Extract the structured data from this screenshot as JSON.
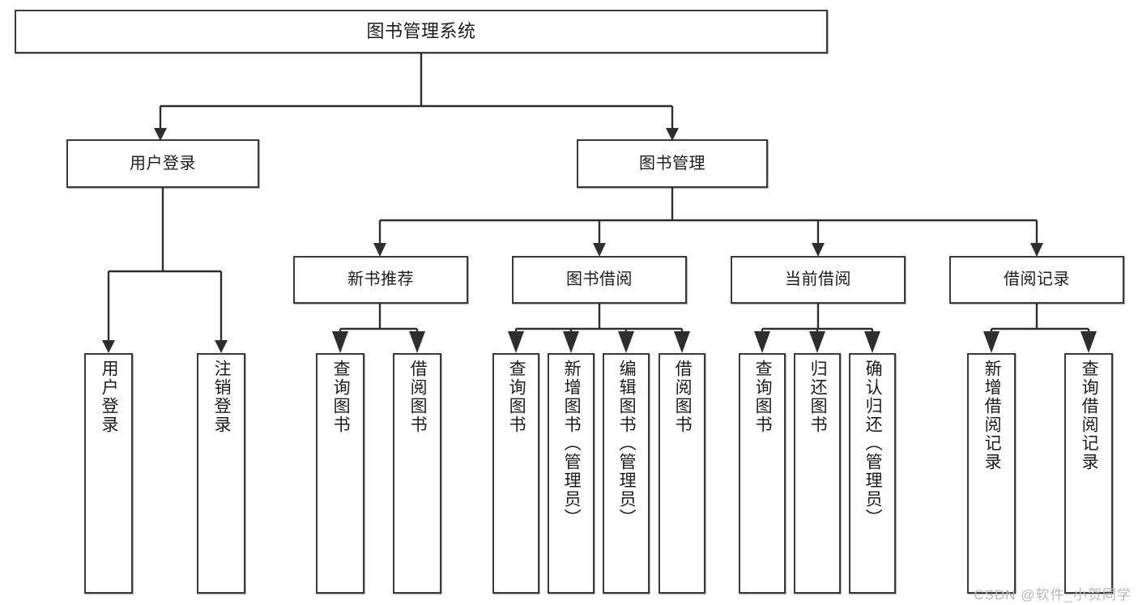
{
  "diagram": {
    "title": "图书管理系统",
    "type": "tree-hierarchy-chart",
    "watermark": "CSDN @软件_小贺同学"
  },
  "nodes": {
    "root": {
      "label": "图书管理系统"
    },
    "level1": [
      {
        "key": "user_login",
        "label": "用户登录"
      },
      {
        "key": "book_manage",
        "label": "图书管理"
      }
    ],
    "level2": [
      {
        "key": "new_book_rec",
        "label": "新书推荐"
      },
      {
        "key": "book_borrow",
        "label": "图书借阅"
      },
      {
        "key": "current_borrow",
        "label": "当前借阅"
      },
      {
        "key": "borrow_record",
        "label": "借阅记录"
      }
    ],
    "leaves": {
      "user_login": [
        {
          "key": "leaf_user_login",
          "label": "用户登录"
        },
        {
          "key": "leaf_logout",
          "label": "注销登录"
        }
      ],
      "new_book_rec": [
        {
          "key": "leaf_query_book_1",
          "label": "查询图书"
        },
        {
          "key": "leaf_borrow_book_1",
          "label": "借阅图书"
        }
      ],
      "book_borrow": [
        {
          "key": "leaf_query_book_2",
          "label": "查询图书"
        },
        {
          "key": "leaf_add_book",
          "label": "新增图书（管理员）"
        },
        {
          "key": "leaf_edit_book",
          "label": "编辑图书（管理员）"
        },
        {
          "key": "leaf_borrow_book_2",
          "label": "借阅图书"
        }
      ],
      "current_borrow": [
        {
          "key": "leaf_query_book_3",
          "label": "查询图书"
        },
        {
          "key": "leaf_return_book",
          "label": "归还图书"
        },
        {
          "key": "leaf_confirm_return",
          "label": "确认归还（管理员）"
        }
      ],
      "borrow_record": [
        {
          "key": "leaf_add_record",
          "label": "新增借阅记录"
        },
        {
          "key": "leaf_query_record",
          "label": "查询借阅记录"
        }
      ]
    }
  },
  "colors": {
    "stroke": "#2e2e2e",
    "box_border": "#3a3a3a",
    "background": "#ffffff",
    "text": "#1c1c1c",
    "watermark": "#b9b9b9"
  }
}
